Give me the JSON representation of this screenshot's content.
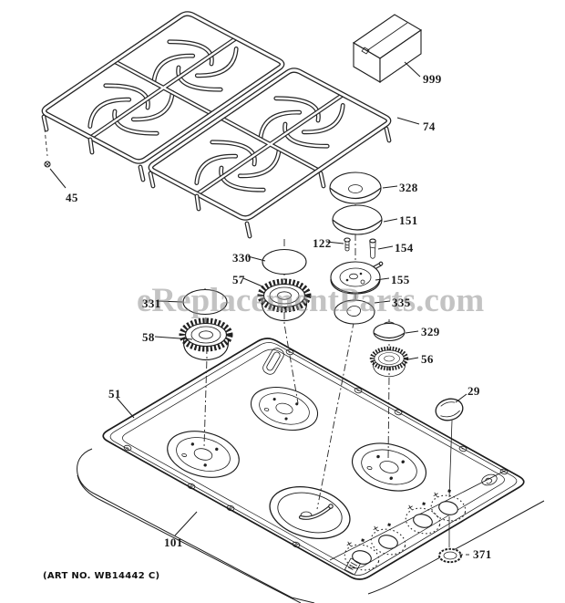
{
  "watermark": "eReplacementParts.com",
  "footer": {
    "art_no": "(ART NO. WB14442 C)"
  },
  "colors": {
    "line": "#1c1c1c",
    "watermark": "#8e8e8e",
    "background": "#ffffff"
  },
  "parts": {
    "p29": "29",
    "p45": "45",
    "p51": "51",
    "p56": "56",
    "p57": "57",
    "p58": "58",
    "p74": "74",
    "p101": "101",
    "p122": "122",
    "p151": "151",
    "p154": "154",
    "p155": "155",
    "p328": "328",
    "p329": "329",
    "p330": "330",
    "p331": "331",
    "p335": "335",
    "p371": "371",
    "p999": "999"
  }
}
